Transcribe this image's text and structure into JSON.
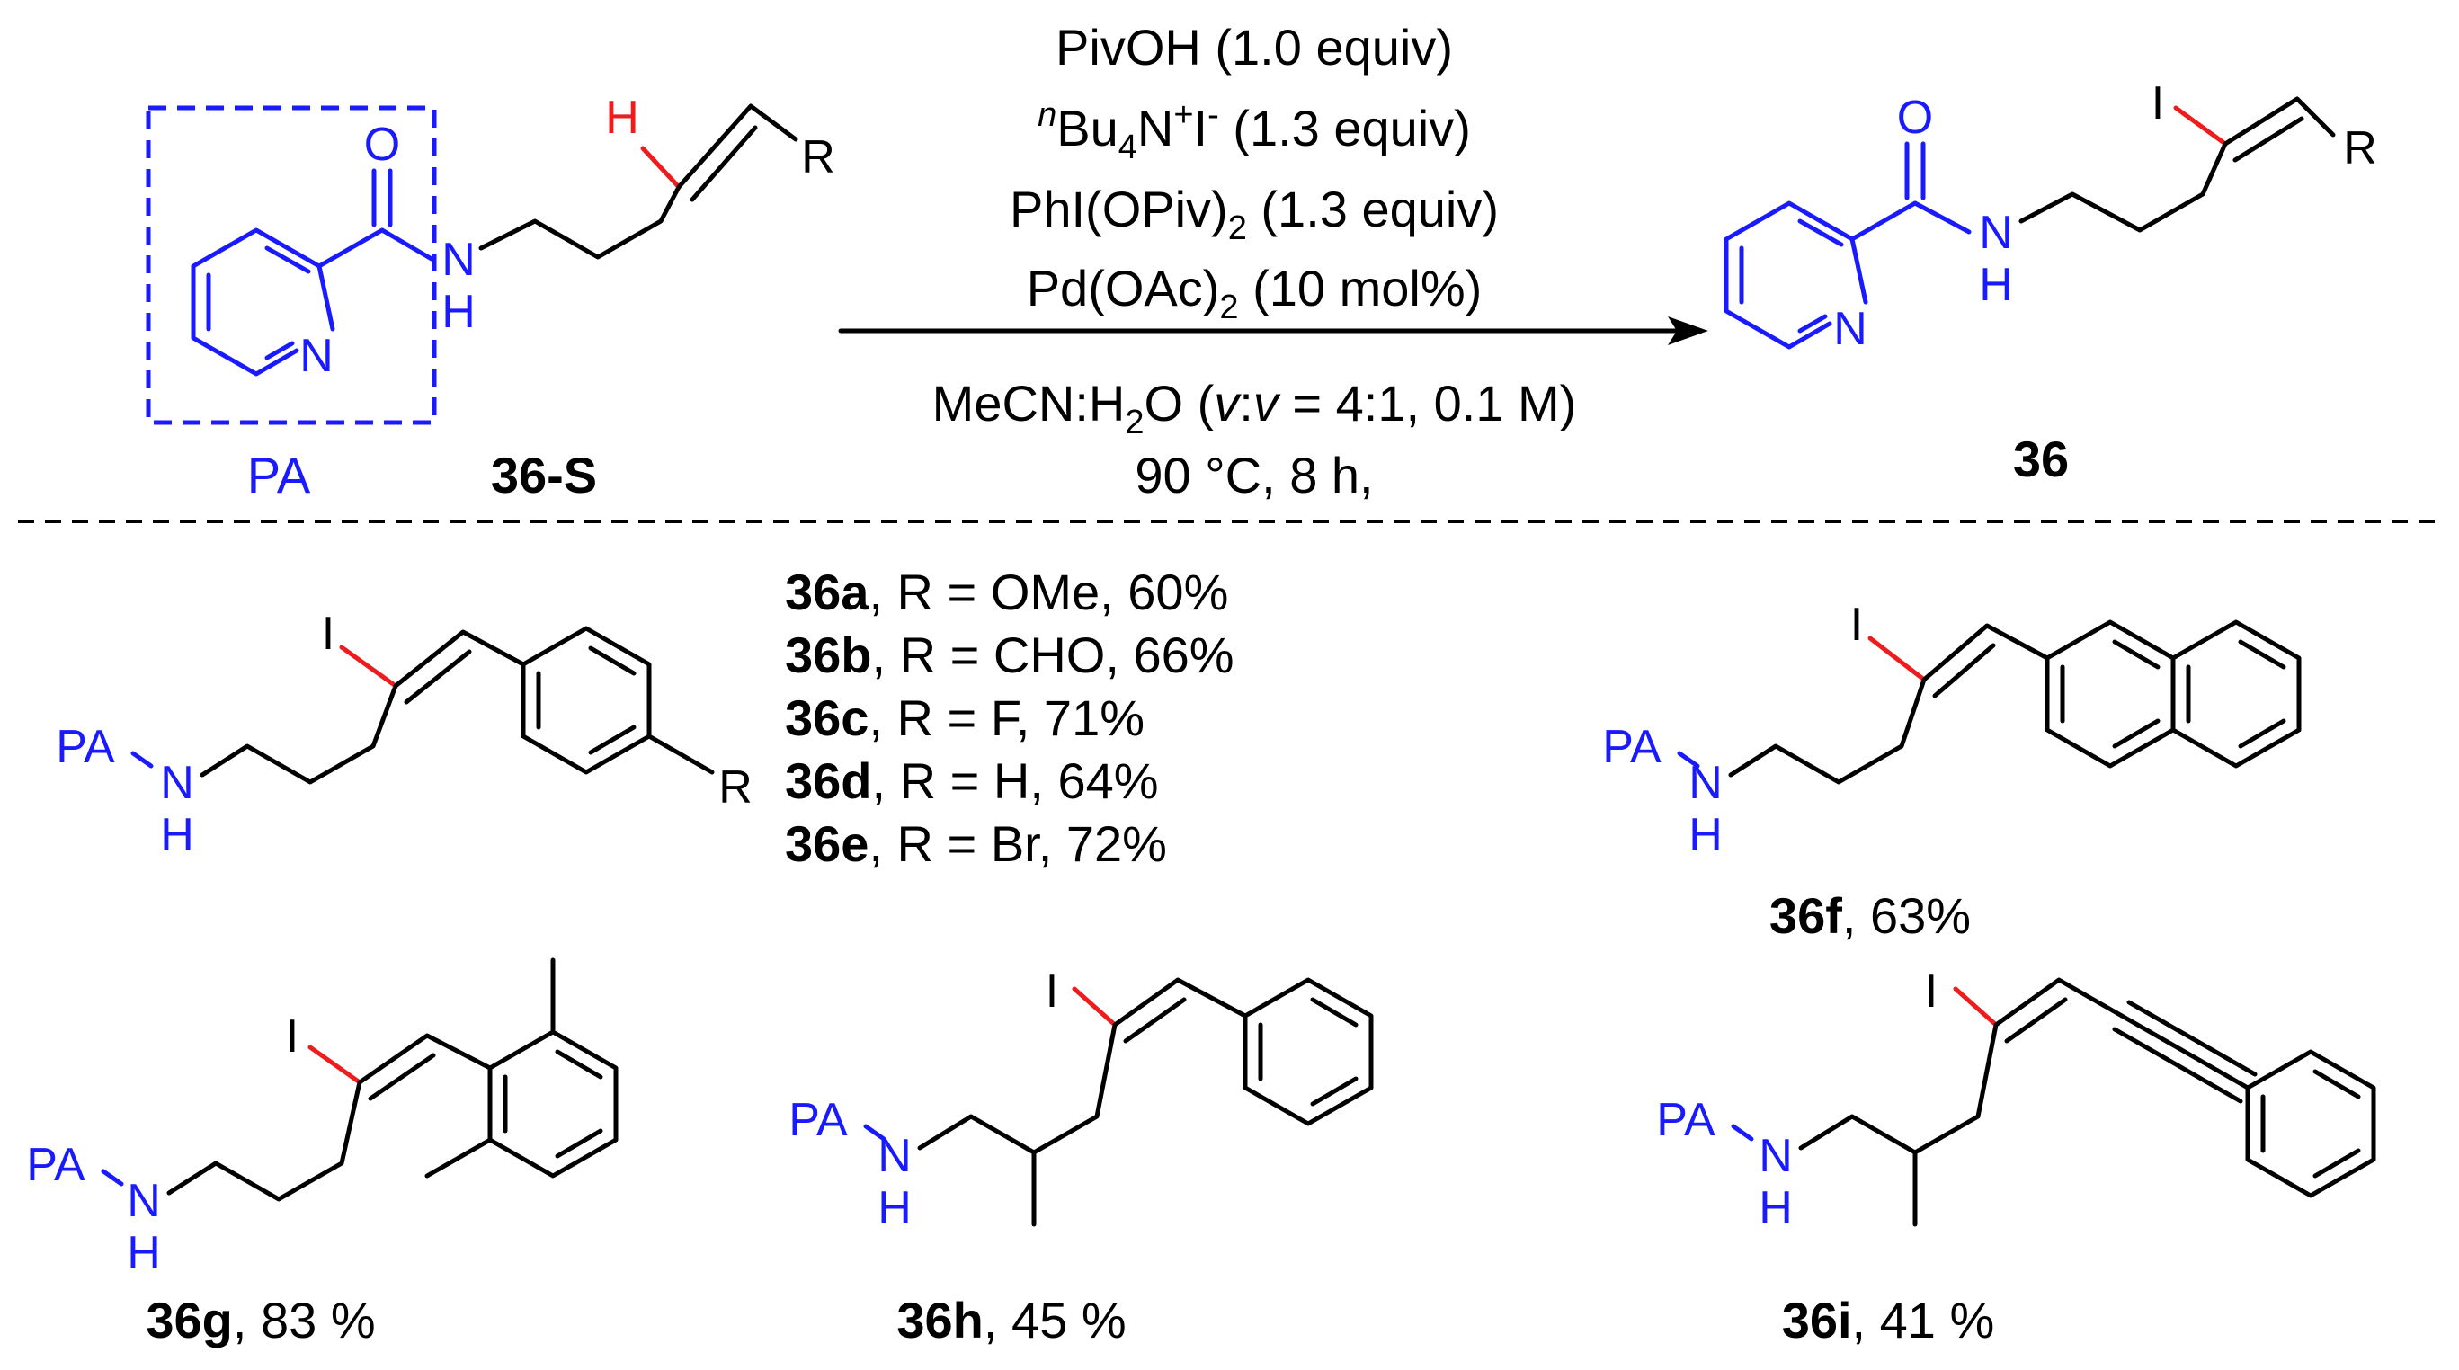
{
  "colors": {
    "directing_group": "#1a1aff",
    "highlight_bond": "#ee1c1c",
    "bonds": "#000000"
  },
  "atoms": {
    "O": "O",
    "N": "N",
    "H": "H",
    "I": "I",
    "R": "R",
    "PA": "PA"
  },
  "starting_material": {
    "id": "36-S",
    "group_label": "PA"
  },
  "product": {
    "id": "36"
  },
  "conditions": {
    "line1": "PivOH (1.0 equiv)",
    "line2": {
      "sup": "n",
      "a": "Bu",
      "sub": "4",
      "b": "N",
      "sup2": "+",
      "c": "I",
      "sup3": "-",
      "d": " (1.3 equiv)"
    },
    "line3": {
      "a": "PhI(OPiv)",
      "sub": "2",
      "b": " (1.3 equiv)"
    },
    "line4": {
      "a": "Pd(OAc)",
      "sub": "2",
      "b": " (10 mol%)"
    },
    "line5": {
      "a": "MeCN:H",
      "sub": "2",
      "b": "O (",
      "i1": "v",
      "c": ":",
      "i2": "v",
      "d": " = 4:1, 0.1 M)"
    },
    "line6": "90 °C, 8 h,"
  },
  "substrate_table": [
    {
      "id": "36a",
      "text": ", R = OMe, 60%"
    },
    {
      "id": "36b",
      "text": ", R = CHO, 66%"
    },
    {
      "id": "36c",
      "text": ", R = F,  71%"
    },
    {
      "id": "36d",
      "text": ", R = H, 64%"
    },
    {
      "id": "36e",
      "text": ", R = Br,  72%"
    }
  ],
  "products": {
    "f": {
      "id": "36f",
      "yield": ", 63%"
    },
    "g": {
      "id": "36g",
      "yield": ", 83 %"
    },
    "h": {
      "id": "36h",
      "yield": ", 45 %"
    },
    "i": {
      "id": "36i",
      "yield": ", 41 %"
    }
  }
}
